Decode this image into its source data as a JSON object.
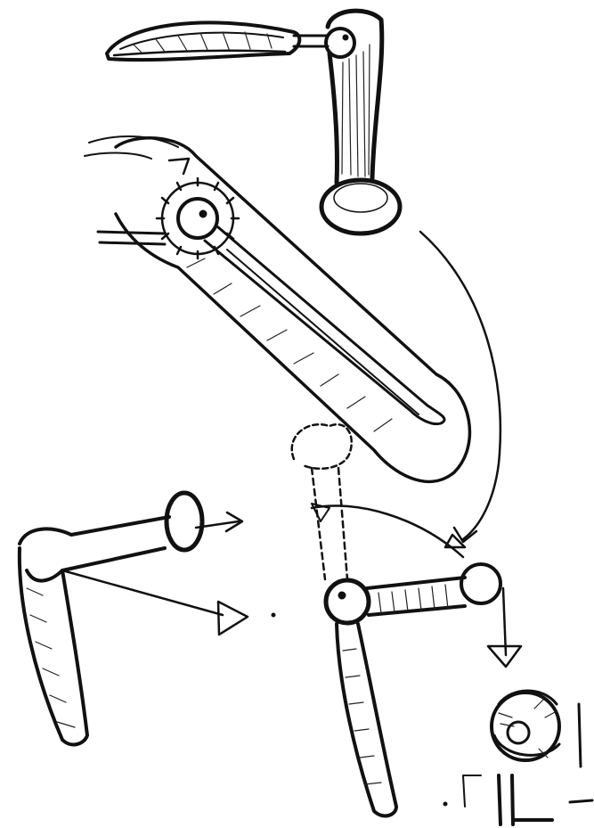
{
  "page": {
    "background_color": "#ffffff",
    "ink_color": "#111111"
  },
  "figures": [
    {
      "name": "top-rotating-arm",
      "icon": "pivot-arm-sketch-icon"
    },
    {
      "name": "gear-lever",
      "icon": "gear-lever-sketch-icon"
    },
    {
      "name": "swing-arc",
      "icon": "curved-arrow-icon"
    },
    {
      "name": "bent-arm",
      "icon": "l-shaped-arm-sketch-icon"
    },
    {
      "name": "cross-pivot-mechanism",
      "icon": "cross-joint-sketch-icon"
    },
    {
      "name": "partial-gear-figure",
      "icon": "partial-gear-sketch-icon"
    }
  ]
}
